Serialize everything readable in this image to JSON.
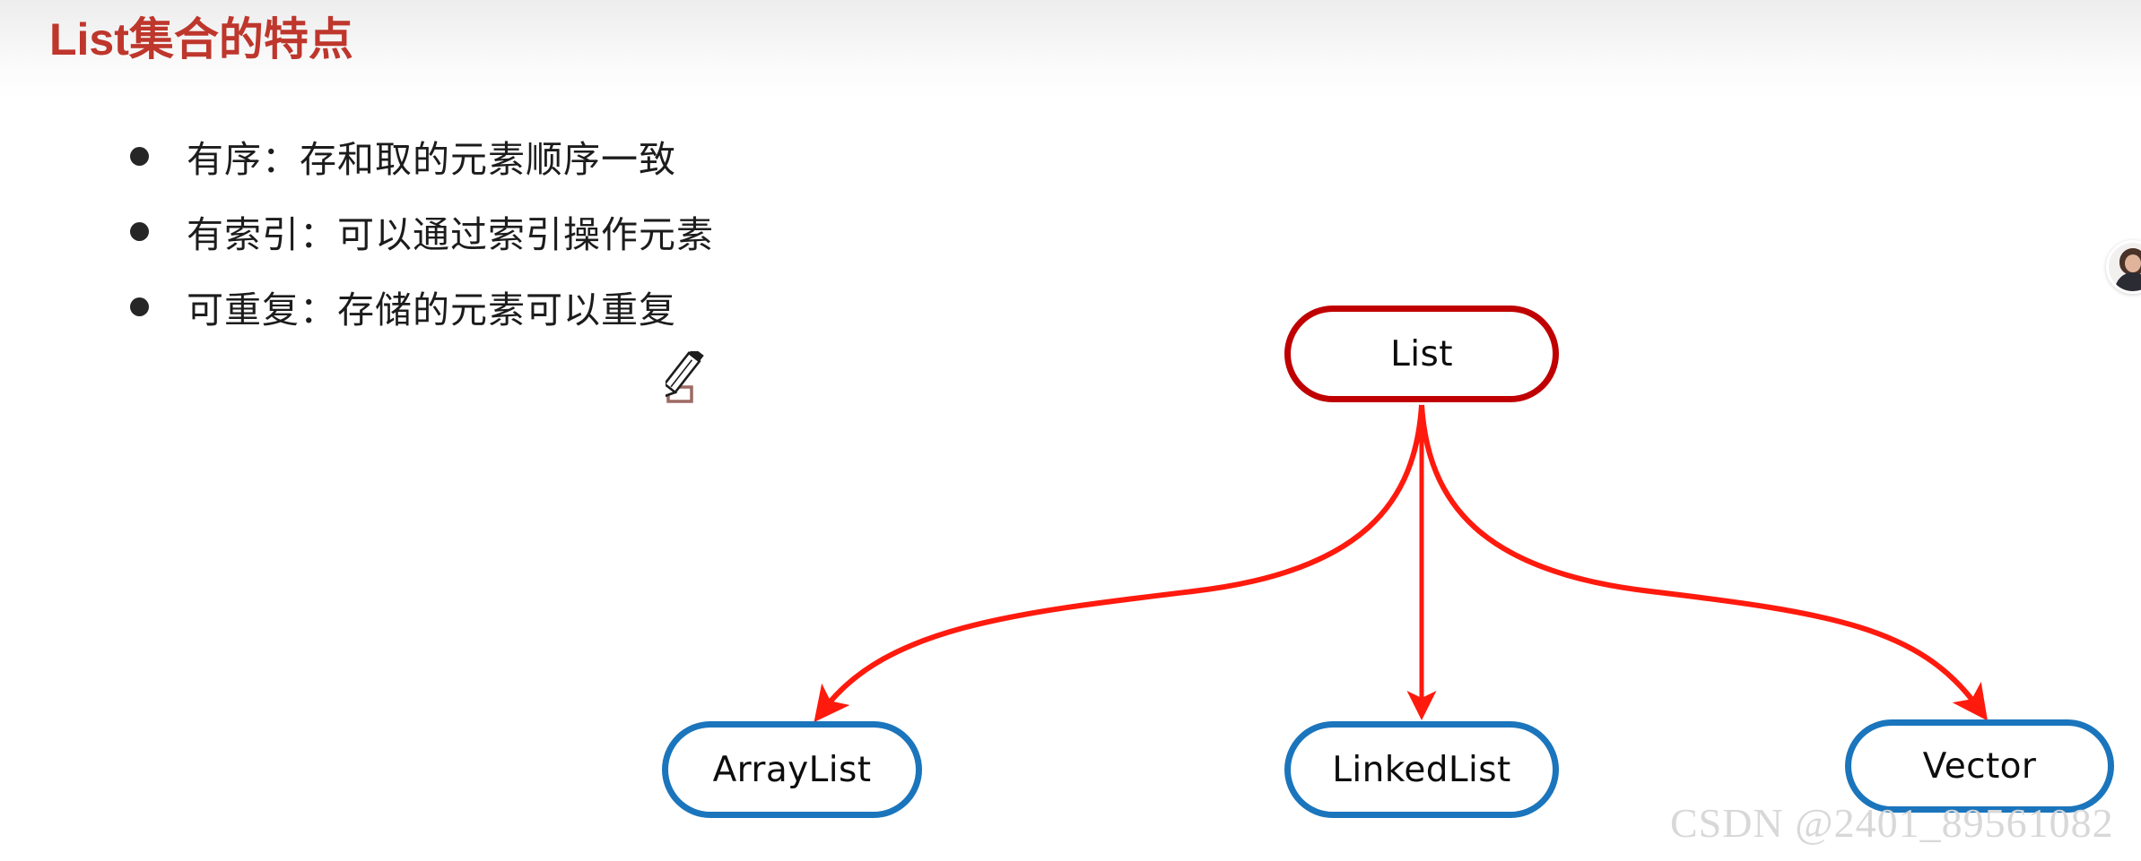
{
  "slide": {
    "title": "List集合的特点",
    "title_color": "#BE362C",
    "background_top_color": "#ededed",
    "background_bottom_color": "#ffffff"
  },
  "bullets": [
    {
      "text": "有序：存和取的元素顺序一致",
      "marker": "bullet-dot-icon"
    },
    {
      "text": "有索引：可以通过索引操作元素",
      "marker": "bullet-dot-icon"
    },
    {
      "text": "可重复：存储的元素可以重复",
      "marker": "bullet-dot-icon"
    }
  ],
  "diagram": {
    "root": {
      "label": "List",
      "border_color": "#C00000"
    },
    "arrow_color": "#FF1A0E",
    "leaves": [
      {
        "label": "ArrayList",
        "border_color": "#1B75BC"
      },
      {
        "label": "LinkedList",
        "border_color": "#1B75BC"
      },
      {
        "label": "Vector",
        "border_color": "#1B75BC"
      }
    ]
  },
  "cursor": {
    "name": "pencil-cursor",
    "secondary": "small-rectangle-marker"
  },
  "avatar": {
    "name": "user-avatar-thumbnail"
  },
  "watermark": {
    "text": "CSDN @2401_89561082",
    "color": "#d8d8d8"
  }
}
